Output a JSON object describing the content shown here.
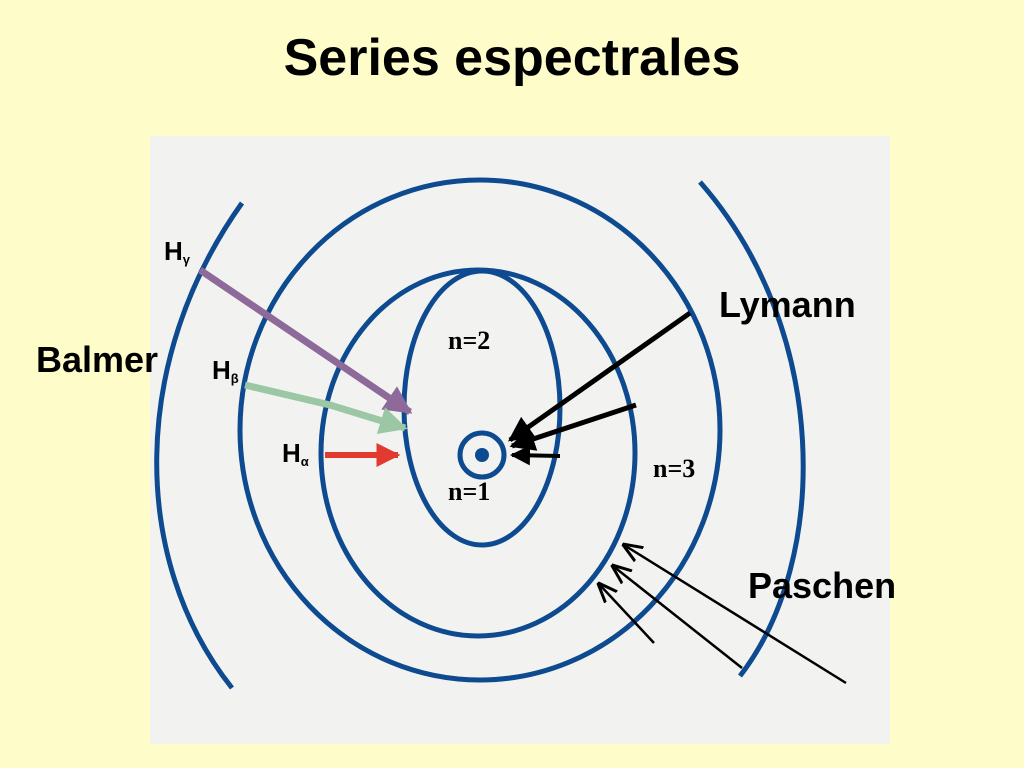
{
  "title": "Series espectrales",
  "labels": {
    "lymann": "Lymann",
    "balmer": "Balmer",
    "paschen": "Paschen",
    "n1": "n=1",
    "n2": "n=2",
    "n3": "n=3"
  },
  "balmer_lines": [
    {
      "symbol": "H",
      "sub": "γ",
      "color": "#8E6A9A"
    },
    {
      "symbol": "H",
      "sub": "β",
      "color": "#9CC7A4"
    },
    {
      "symbol": "H",
      "sub": "α",
      "color": "#E23A2E"
    }
  ],
  "colors": {
    "orbit": "#0E4A8F",
    "nucleus": "#0E4A8F",
    "arrow": "#000000",
    "background": "#FEFCC8",
    "panel": "#F2F3F1"
  }
}
